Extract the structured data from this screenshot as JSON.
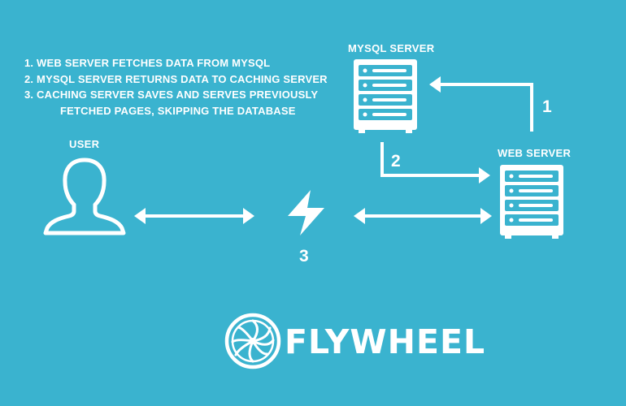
{
  "steps": [
    "1. WEB SERVER FETCHES DATA FROM MYSQL",
    "2. MYSQL SERVER RETURNS DATA TO CACHING SERVER",
    "3. CACHING SERVER SAVES AND SERVES PREVIOUSLY",
    "FETCHED PAGES, SKIPPING THE DATABASE"
  ],
  "nodes": {
    "mysql_label": "MYSQL SERVER",
    "web_label": "WEB SERVER",
    "user_label": "USER"
  },
  "arrow_numbers": {
    "one": "1",
    "two": "2",
    "three": "3"
  },
  "brand": {
    "name": "FLYWHEEL"
  },
  "colors": {
    "background": "#3ab3cf",
    "foreground": "#ffffff"
  },
  "icons": {
    "mysql": "server-icon",
    "web": "server-icon",
    "user": "user-icon",
    "cache": "lightning-icon",
    "logo": "flywheel-logo-icon"
  }
}
